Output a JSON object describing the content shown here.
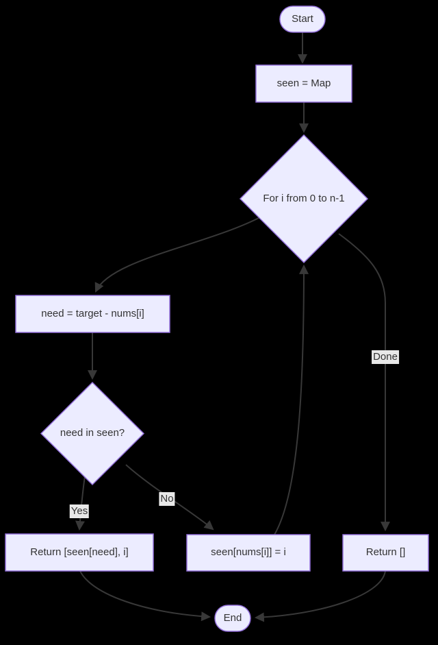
{
  "diagram": {
    "type": "flowchart",
    "nodes": {
      "start": "Start",
      "init": "seen = Map",
      "loop": "For i from 0 to n-1",
      "need": "need = target - nums[i]",
      "check": "need in seen?",
      "return_pair": "Return [seen[need], i]",
      "store": "seen[nums[i]] = i",
      "return_empty": "Return []",
      "end": "End"
    },
    "edge_labels": {
      "yes": "Yes",
      "no": "No",
      "done": "Done"
    },
    "colors": {
      "background": "#000000",
      "node_fill": "#ECECFF",
      "node_border": "#9370DB",
      "edge_stroke": "#383838",
      "text": "#333333",
      "edge_label_bg": "#e8e8e8"
    }
  }
}
